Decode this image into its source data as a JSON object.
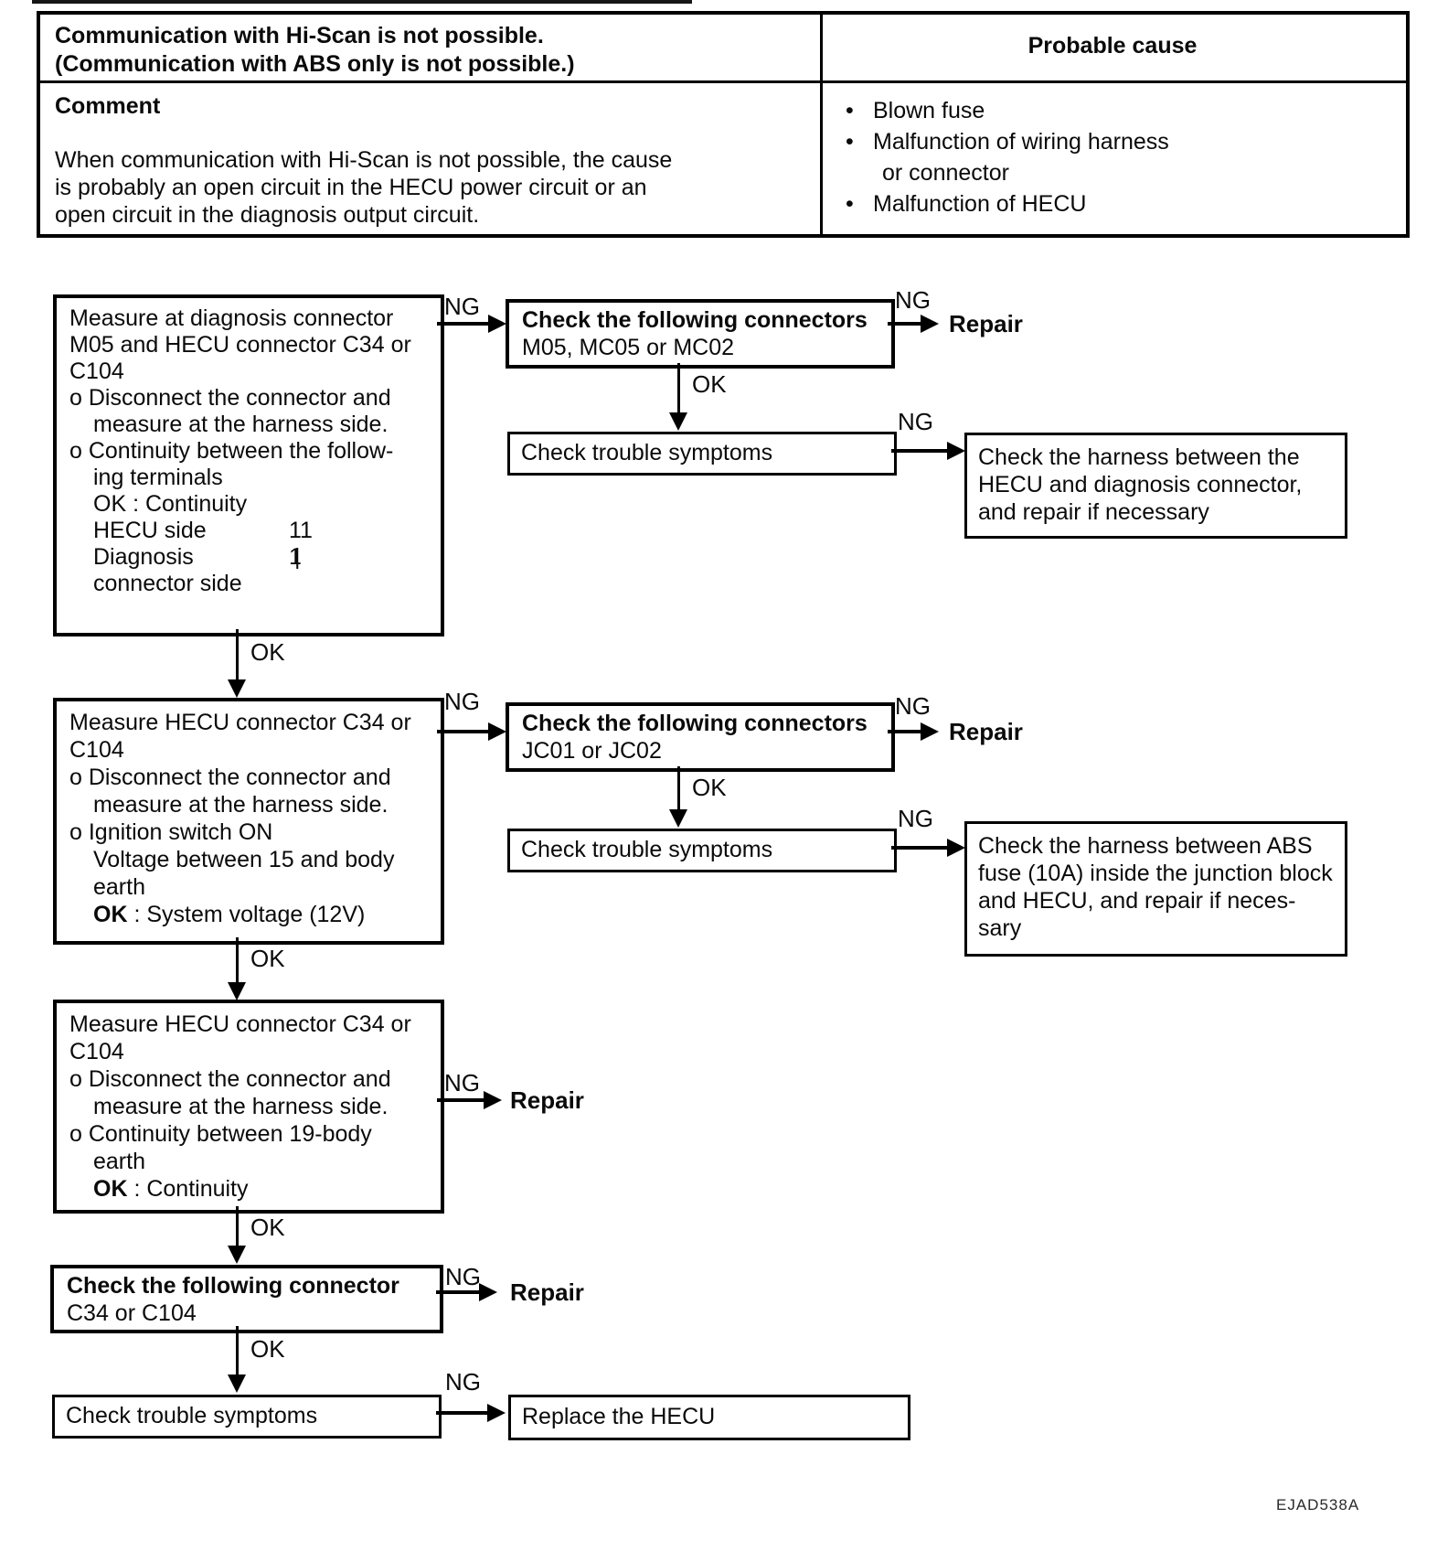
{
  "table": {
    "title_line1": "Communication with Hi-Scan is not possible.",
    "title_line2": "(Communication with ABS only is not possible.)",
    "probable_cause_header": "Probable cause",
    "comment_title": "Comment",
    "comment_line1": "When communication with Hi-Scan is not possible, the cause",
    "comment_line2": "is probably an open circuit in the HECU power circuit or an",
    "comment_line3": "open circuit in the diagnosis output circuit.",
    "cause_1": "Blown fuse",
    "cause_2_line1": "Malfunction of wiring harness",
    "cause_2_line2": "or connector",
    "cause_3": "Malfunction of HECU"
  },
  "labels": {
    "ng": "NG",
    "ok": "OK",
    "repair": "Repair"
  },
  "flow": {
    "box_a": {
      "l1": "Measure at diagnosis connector",
      "l2": "M05 and HECU connector C34 or",
      "l3": "C104",
      "l4": "o Disconnect the connector and",
      "l5": "measure at the harness side.",
      "l6": "o Continuity between the follow-",
      "l7": "ing terminals",
      "l8": "OK : Continuity",
      "l9": "HECU side",
      "l9_value": "11",
      "l10_value": "|",
      "l11": "Diagnosis",
      "l11_value": "1",
      "l12": "connector side"
    },
    "box_b": {
      "title": "Check the following connectors",
      "sub": "M05, MC05 or MC02"
    },
    "box_c": {
      "text": "Check trouble symptoms"
    },
    "box_d": {
      "l1": "Check the harness between the",
      "l2": "HECU and diagnosis connector,",
      "l3": "and repair if necessary"
    },
    "box_e": {
      "l1": "Measure HECU connector C34 or",
      "l2": "C104",
      "l3": "o Disconnect the connector and",
      "l4": "measure at the harness side.",
      "l5": "o Ignition switch ON",
      "l6": "Voltage between 15 and body",
      "l7": "earth",
      "ok_label": "OK",
      "ok_rest": " : System voltage (12V)"
    },
    "box_f": {
      "title": "Check the following connectors",
      "sub": "JC01 or JC02"
    },
    "box_g": {
      "text": "Check trouble symptoms"
    },
    "box_h": {
      "l1": "Check the harness between ABS",
      "l2": "fuse (10A) inside the junction block",
      "l3": "and HECU, and repair if neces-",
      "l4": "sary"
    },
    "box_i": {
      "l1": "Measure HECU connector C34 or",
      "l2": "C104",
      "l3": "o Disconnect the connector and",
      "l4": "measure at the harness side.",
      "l5": "o Continuity between 19-body",
      "l6": "earth",
      "ok_label": "OK",
      "ok_rest": " : Continuity"
    },
    "box_j": {
      "title": "Check the following connector",
      "sub": "C34 or C104"
    },
    "box_k": {
      "text": "Check trouble symptoms"
    },
    "box_l": {
      "text": "Replace the HECU"
    }
  },
  "footer_code": "EJAD538A"
}
